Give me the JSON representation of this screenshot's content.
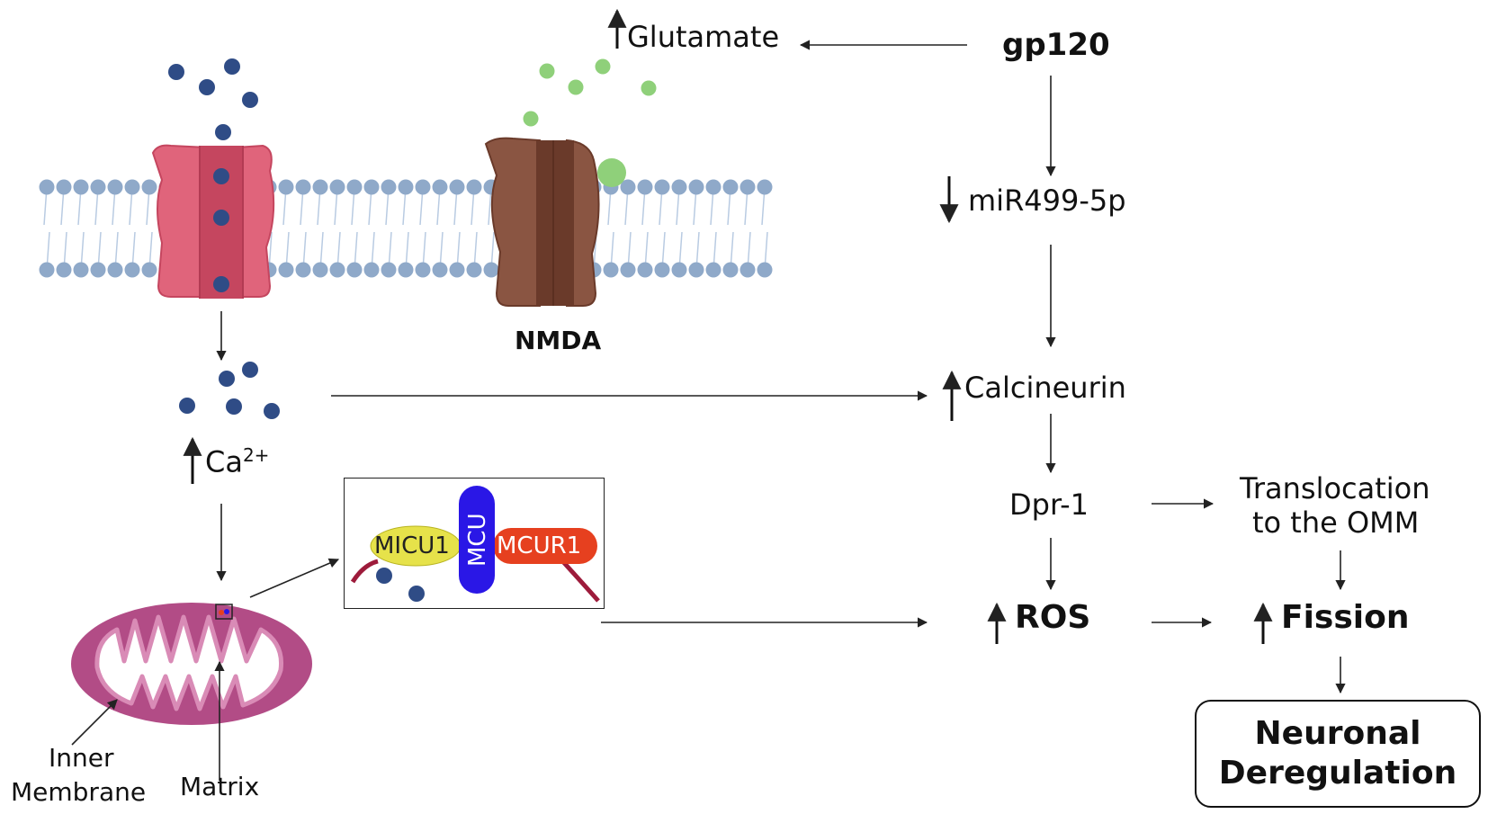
{
  "labels": {
    "glutamate": "Glutamate",
    "gp120": "gp120",
    "mir": "miR499-5p",
    "calcineurin": "Calcineurin",
    "dpr1": "Dpr-1",
    "translocation_line1": "Translocation",
    "translocation_line2": "to the OMM",
    "ros": "ROS",
    "fission": "Fission",
    "neuronal_line1": "Neuronal",
    "neuronal_line2": "Deregulation",
    "nmda": "NMDA",
    "ca": "Ca",
    "ca_sup": "2+",
    "inner_line1": "Inner",
    "inner_line2": "Membrane",
    "matrix": "Matrix",
    "micu1": "MICU1",
    "mcu": "MCU",
    "mcur1": "MCUR1"
  },
  "colors": {
    "membrane": "#8fa9c9",
    "lipid_tail": "#b9cbe2",
    "calcium_ion": "#2f4c86",
    "glutamate": "#8fd07a",
    "channel_pink": "#e0647b",
    "channel_pink_dark": "#c5465f",
    "nmda_brown": "#8a5542",
    "nmda_brown_dark": "#6a3a2a",
    "mito": "#b24c86",
    "mito_inner": "#d98bb6",
    "micu1": "#e6e24a",
    "mcu": "#2a17e6",
    "mcur1": "#e6401f",
    "mcur_tail": "#9d1b3b"
  }
}
